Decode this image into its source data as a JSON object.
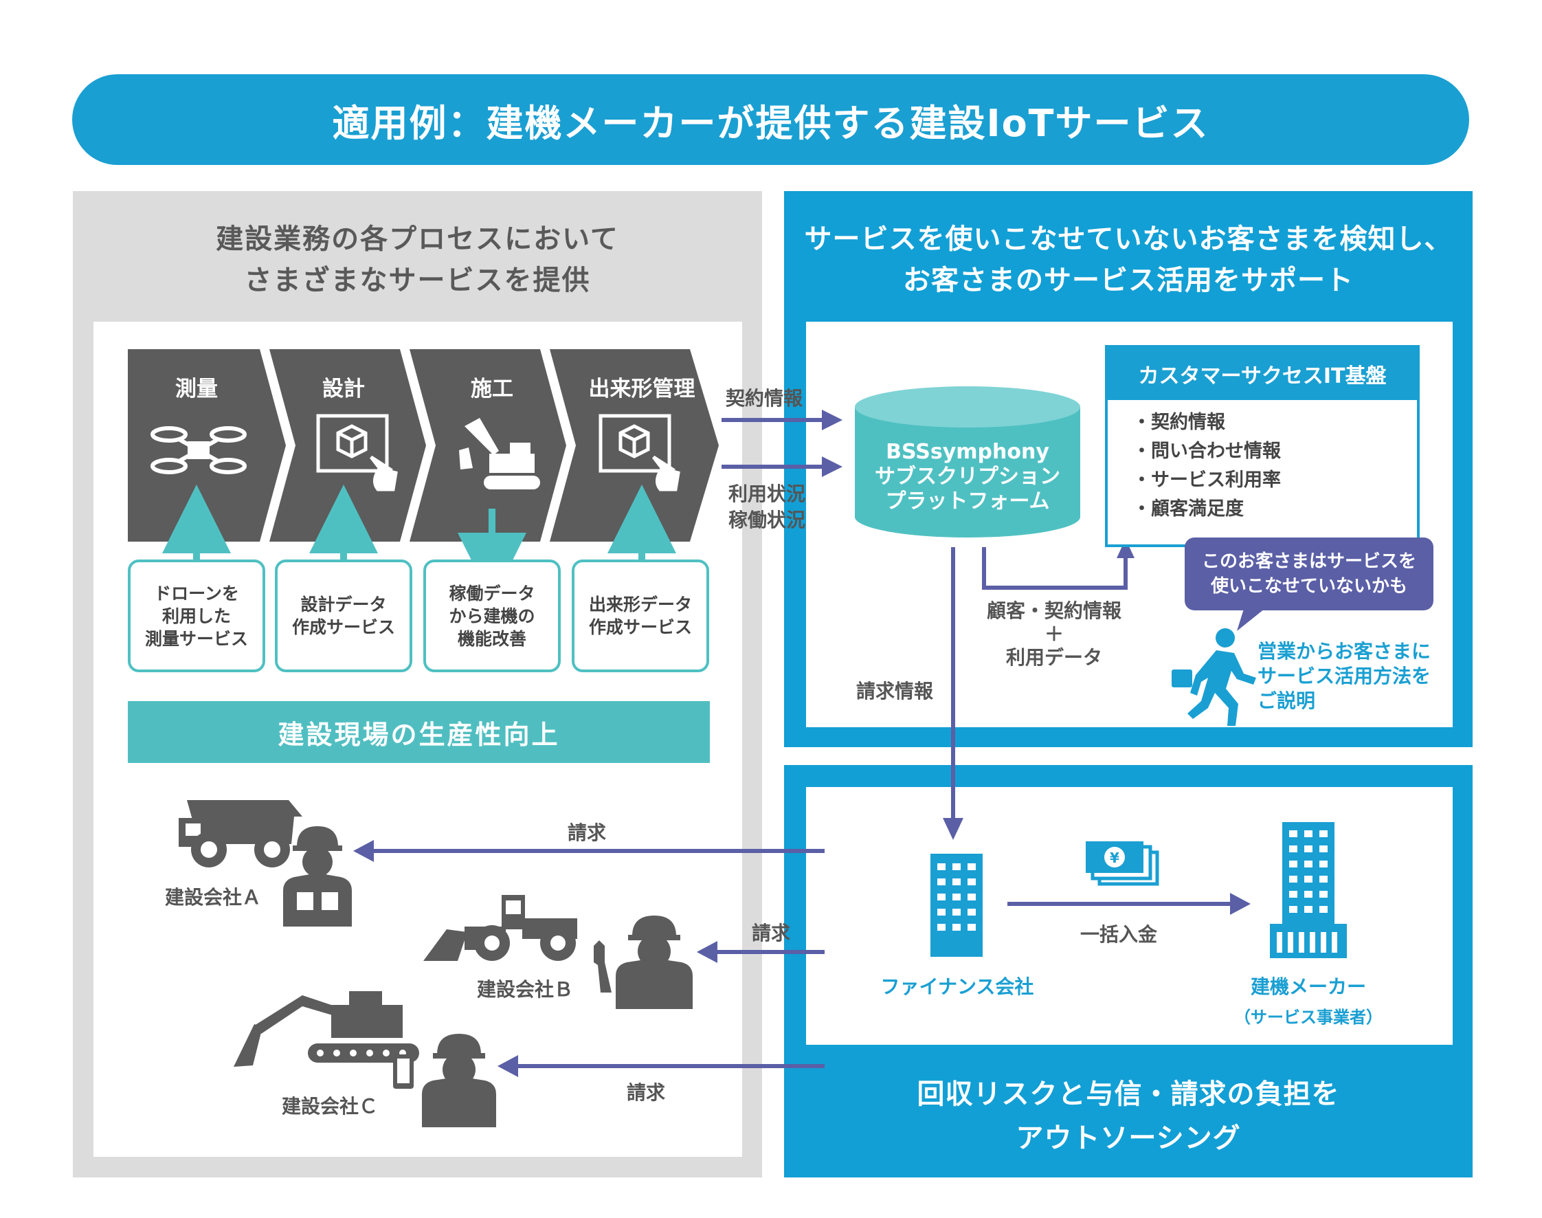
{
  "title": "適用例：建機メーカーが提供する建設IoTサービス",
  "left_panel": {
    "heading_line1": "建設業務の各プロセスにおいて",
    "heading_line2": "さまざまなサービスを提供",
    "stages": [
      {
        "label": "測量",
        "service": [
          "ドローンを",
          "利用した",
          "測量サービス"
        ]
      },
      {
        "label": "設計",
        "service": [
          "設計データ",
          "作成サービス"
        ]
      },
      {
        "label": "施工",
        "service": [
          "稼働データ",
          "から建機の",
          "機能改善"
        ]
      },
      {
        "label": "出来形管理",
        "service": [
          "出来形データ",
          "作成サービス"
        ]
      }
    ],
    "productivity": "建設現場の生産性向上",
    "companies": [
      "建設会社Ａ",
      "建設会社Ｂ",
      "建設会社Ｃ"
    ],
    "bill_label": "請求"
  },
  "flows": {
    "contract_info": "契約情報",
    "usage_line1": "利用状況",
    "usage_line2": "稼働状況",
    "billing_info": "請求情報",
    "customer_line1": "顧客・契約情報",
    "customer_line2": "＋",
    "customer_line3": "利用データ",
    "bill_a": "請求",
    "bill_b": "請求",
    "bill_c": "請求"
  },
  "right_top": {
    "heading_line1": "サービスを使いこなせていないお客さまを検知し、",
    "heading_line2": "お客さまのサービス活用をサポート",
    "platform_line1": "BSSsymphony",
    "platform_line2": "サブスクリプション",
    "platform_line3": "プラットフォーム",
    "cs_title": "カスタマーサクセスIT基盤",
    "cs_items": [
      "・契約情報",
      "・問い合わせ情報",
      "・サービス利用率",
      "・顧客満足度"
    ],
    "bubble_line1": "このお客さまはサービスを",
    "bubble_line2": "使いこなせていないかも",
    "sales_line1": "営業からお客さまに",
    "sales_line2": "サービス活用方法を",
    "sales_line3": "ご説明"
  },
  "right_bottom": {
    "finance": "ファイナンス会社",
    "lump_sum": "一括入金",
    "maker": "建機メーカー",
    "maker_sub": "（サービス事業者）",
    "heading_line1": "回収リスクと与信・請求の負担を",
    "heading_line2": "アウトソーシング"
  },
  "colors": {
    "blue": "#1a9fd2",
    "teal": "#4fc0c2",
    "gray": "#5c5c5c",
    "purple": "#5b5fa6"
  }
}
